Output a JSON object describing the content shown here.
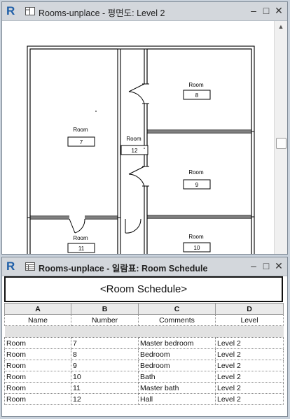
{
  "plan_window": {
    "app_logo": "R",
    "icon": "floor-plan-view-icon",
    "title": "Rooms-unplace - 평면도: Level 2",
    "buttons": [
      "–",
      "□",
      "✕"
    ]
  },
  "plan": {
    "rooms": [
      {
        "name": "Room",
        "number": "8"
      },
      {
        "name": "Room",
        "number": "7"
      },
      {
        "name": "Room",
        "number": "12"
      },
      {
        "name": "Room",
        "number": "9"
      },
      {
        "name": "Room",
        "number": "11"
      },
      {
        "name": "Room",
        "number": "10"
      }
    ]
  },
  "schedule_window": {
    "app_logo": "R",
    "icon": "schedule-view-icon",
    "title": "Rooms-unplace - 일람표: Room Schedule",
    "buttons": [
      "–",
      "□",
      "✕"
    ]
  },
  "schedule": {
    "title": "<Room Schedule>",
    "column_letters": [
      "A",
      "B",
      "C",
      "D"
    ],
    "column_headers": [
      "Name",
      "Number",
      "Comments",
      "Level"
    ],
    "rows": [
      [
        "Room",
        "7",
        "Master bedroom",
        "Level 2"
      ],
      [
        "Room",
        "8",
        "Bedroom",
        "Level 2"
      ],
      [
        "Room",
        "9",
        "Bedroom",
        "Level 2"
      ],
      [
        "Room",
        "10",
        "Bath",
        "Level 2"
      ],
      [
        "Room",
        "11",
        "Master bath",
        "Level 2"
      ],
      [
        "Room",
        "12",
        "Hall",
        "Level 2"
      ]
    ]
  }
}
